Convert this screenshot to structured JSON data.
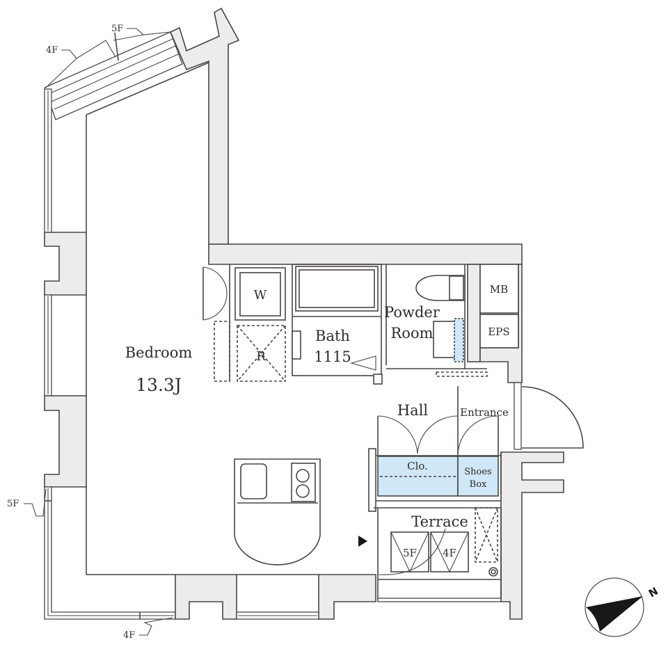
{
  "floor_plan": {
    "rooms": {
      "bedroom": {
        "label": "Bedroom",
        "size": "13.3J"
      },
      "bath": {
        "label": "Bath",
        "size": "1115"
      },
      "powder_room": {
        "line1": "Powder",
        "line2": "Room"
      },
      "hall": {
        "label": "Hall"
      },
      "entrance": {
        "label": "Entrance"
      },
      "terrace": {
        "label": "Terrace"
      }
    },
    "fixtures": {
      "washer": "W",
      "refrigerator": "R",
      "meter_box": "MB",
      "eps": "EPS",
      "closet": "Clo.",
      "shoes_box_line1": "Shoes",
      "shoes_box_line2": "Box"
    },
    "floor_markers": {
      "top_left": "4F",
      "top_mid": "5F",
      "left_side": "5F",
      "bottom_left": "4F",
      "terrace_left": "5F",
      "terrace_right": "4F"
    },
    "compass": {
      "north_label": "N"
    },
    "colors": {
      "wall_fill": "#ececec",
      "line": "#4a4444",
      "storage_fill": "#cfe7f6"
    }
  }
}
